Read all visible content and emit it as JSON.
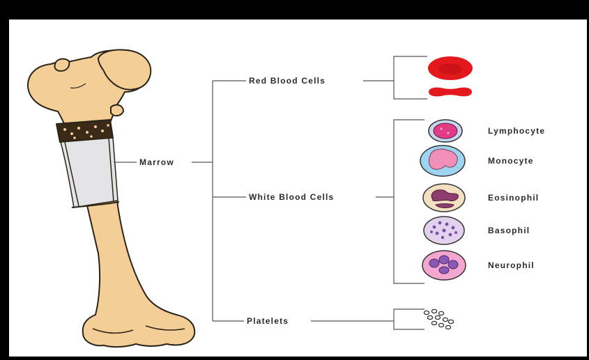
{
  "diagram": {
    "center_label": "Marrow",
    "branches": {
      "red": "Red Blood Cells",
      "white": "White Blood Cells",
      "platelets": "Platelets"
    },
    "white_cells": [
      {
        "label": "Lymphocyte"
      },
      {
        "label": "Monocyte"
      },
      {
        "label": "Eosinophil"
      },
      {
        "label": "Basophil"
      },
      {
        "label": "Neurophil"
      }
    ]
  },
  "colors": {
    "bone": "#F4CE97",
    "bone_outline": "#2a2418",
    "marrow": "#E4E4E6",
    "spongy": "#3b2a18",
    "red_cell": "#E3191E",
    "red_cell_center": "#B80F14",
    "connector": "#555555",
    "lymphocyte_cyto": "#C7D8EE",
    "lymphocyte_nucleus": "#E13D86",
    "monocyte_cyto": "#9ED4EF",
    "monocyte_nucleus": "#F08FB8",
    "eosinophil_cyto": "#F3E0C2",
    "eosinophil_nucleus": "#8E3E6E",
    "basophil_cyto": "#E2D2EE",
    "basophil_nucleus": "#7A4FA8",
    "neutrophil_cyto": "#F2A6D0",
    "neutrophil_nucleus": "#8A58B6"
  }
}
